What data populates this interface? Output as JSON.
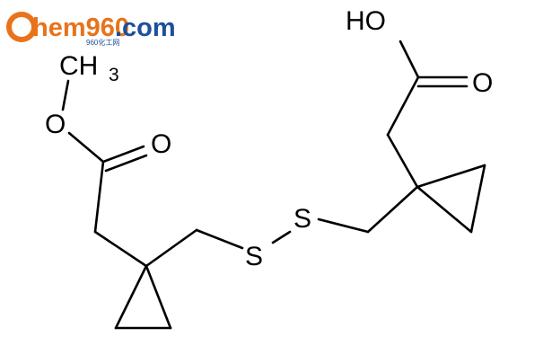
{
  "watermark": {
    "logo_c": "C",
    "logo_text": "hem960",
    "logo_domain": ".com",
    "logo_subtext": "960化工网",
    "brand_color": "#e8731c",
    "accent_color": "#1d4f9c"
  },
  "atoms": {
    "ch3": "CH",
    "ch3_sub": "3",
    "o_ether": "O",
    "o_carbonyl_left": "O",
    "s_left": "S",
    "s_right": "S",
    "oh": "HO",
    "o_carbonyl_right": "O"
  }
}
